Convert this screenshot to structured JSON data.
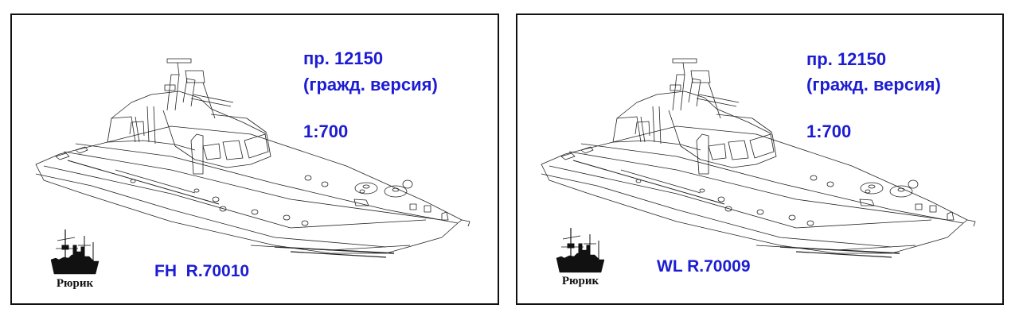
{
  "panels": [
    {
      "id": "left",
      "project_label": "пр. 12150",
      "version_label": "(гражд. версия)",
      "scale_label": "1:700",
      "product_code": "FH  R.70010",
      "logo_text": "Рюрик"
    },
    {
      "id": "right",
      "project_label": "пр. 12150",
      "version_label": "(гражд. версия)",
      "scale_label": "1:700",
      "product_code": "WL R.70009",
      "logo_text": "Рюрик"
    }
  ],
  "colors": {
    "text_blue": "#1c1cd4",
    "border": "#111111",
    "background": "#ffffff"
  },
  "icons": {
    "logo": "ship-silhouette-icon",
    "illustration": "patrol-boat-line-drawing"
  }
}
